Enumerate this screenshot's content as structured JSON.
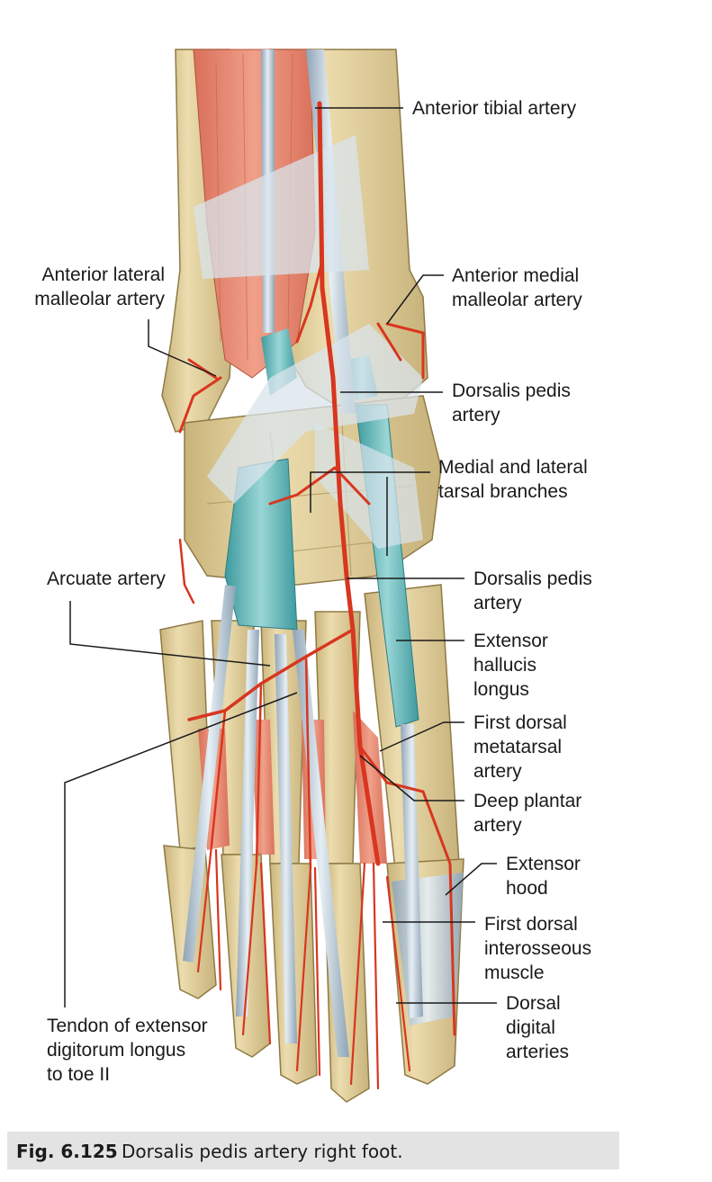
{
  "labels": {
    "anterior_tibial_artery": "Anterior tibial artery",
    "anterior_lateral_malleolar_artery": "Anterior lateral\nmalleolar artery",
    "anterior_medial_malleolar_artery": "Anterior medial\nmalleolar artery",
    "dorsalis_pedis_artery_upper": "Dorsalis pedis\nartery",
    "tarsal_branches": "Medial and lateral\ntarsal branches",
    "arcuate_artery": "Arcuate artery",
    "dorsalis_pedis_artery_lower": "Dorsalis pedis\nartery",
    "extensor_hallucis_longus": "Extensor\nhallucis\nlongus",
    "first_dorsal_metatarsal_artery": "First dorsal\nmetatarsal\nartery",
    "deep_plantar_artery": "Deep plantar\nartery",
    "extensor_hood": "Extensor\nhood",
    "first_dorsal_interosseous_muscle": "First dorsal\ninterosseous\nmuscle",
    "dorsal_digital_arteries": "Dorsal\ndigital\narteries",
    "tendon_extensor_digitorum_longus": "Tendon of extensor\ndigitorum longus\nto toe II"
  },
  "caption": {
    "number": "Fig. 6.125",
    "text": "Dorsalis pedis artery right foot."
  },
  "colors": {
    "bone": "#e6d6a6",
    "bone_shadow": "#c8b47a",
    "muscle": "#e8846c",
    "artery": "#d8361f",
    "tendon": "#b9c8d4",
    "tendon_sheath": "#5fb8b8",
    "retinaculum": "#cfdce6"
  }
}
